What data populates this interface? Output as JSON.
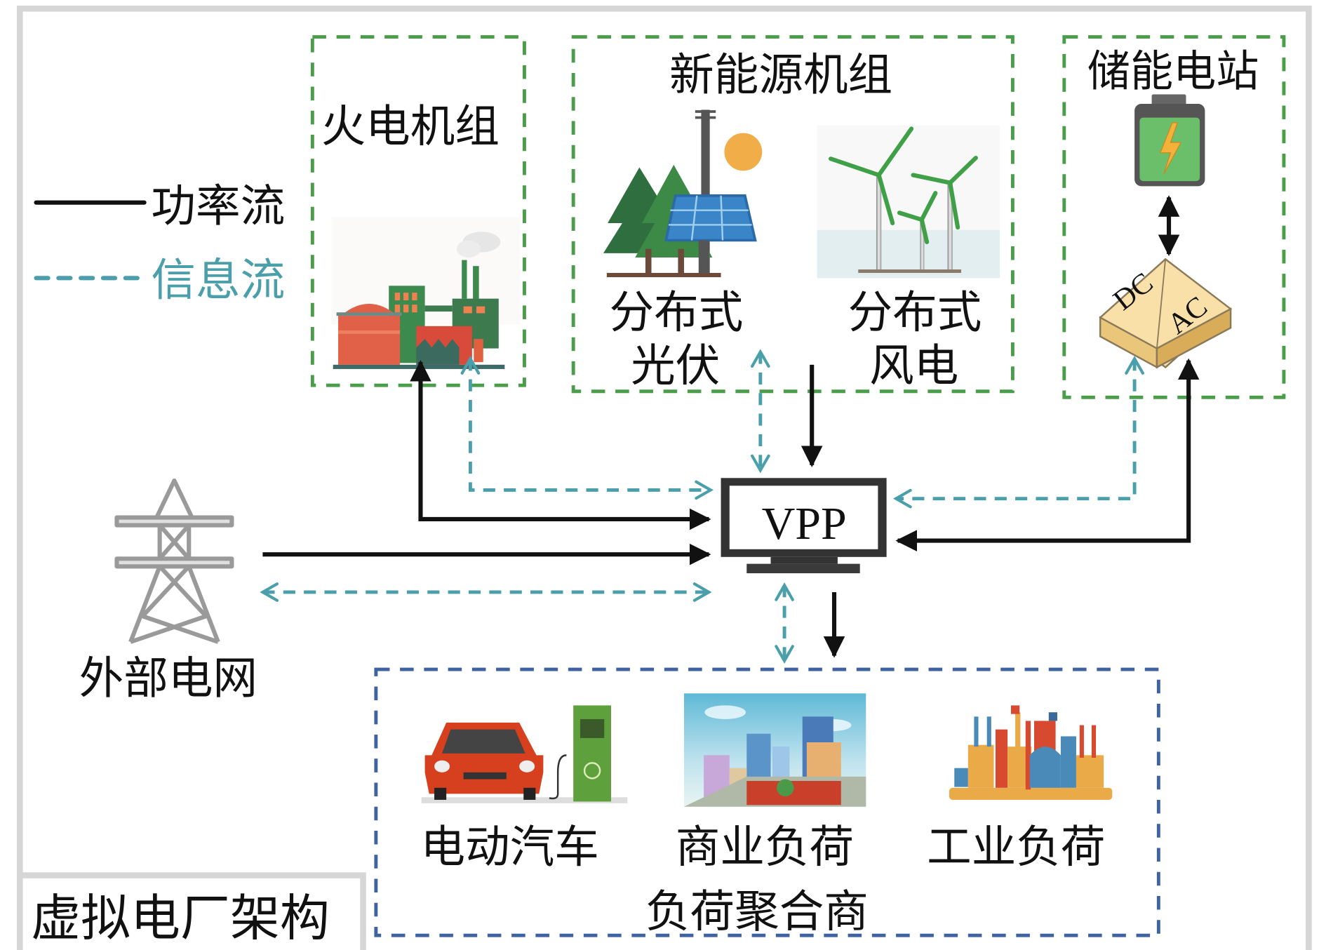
{
  "title": "虚拟电厂架构",
  "legend": {
    "power_flow": "功率流",
    "info_flow": "信息流"
  },
  "colors": {
    "power_flow": "#111111",
    "info_flow": "#4a9fab",
    "generation_group_border": "#4a9e4a",
    "load_group_border": "#3f62a0",
    "frame": "#d6d6d6"
  },
  "center": {
    "label": "VPP",
    "icon": "monitor-icon"
  },
  "groups": {
    "thermal": {
      "title": "火电机组",
      "icon": "thermal-power-plant-icon"
    },
    "renewable": {
      "title": "新能源机组",
      "items": [
        {
          "label_line1": "分布式",
          "label_line2": "光伏",
          "icon": "solar-panel-icon"
        },
        {
          "label_line1": "分布式",
          "label_line2": "风电",
          "icon": "wind-turbine-icon"
        }
      ]
    },
    "storage": {
      "title": "储能电站",
      "icon": "battery-icon",
      "converter": {
        "top": "DC",
        "bottom": "AC",
        "icon": "dc-ac-converter-icon"
      }
    },
    "external_grid": {
      "title": "外部电网",
      "icon": "transmission-tower-icon"
    },
    "load_aggregator": {
      "title": "负荷聚合商",
      "items": [
        {
          "label": "电动汽车",
          "icon": "ev-charging-icon"
        },
        {
          "label": "商业负荷",
          "icon": "commercial-city-icon"
        },
        {
          "label": "工业负荷",
          "icon": "industrial-factory-icon"
        }
      ]
    }
  },
  "connections": [
    {
      "from": "VPP",
      "to": "火电机组",
      "type": "power",
      "direction": "bidirectional"
    },
    {
      "from": "VPP",
      "to": "火电机组",
      "type": "info",
      "direction": "bidirectional"
    },
    {
      "from": "新能源机组",
      "to": "VPP",
      "type": "power",
      "direction": "one-way"
    },
    {
      "from": "VPP",
      "to": "分布式光伏",
      "type": "info",
      "direction": "bidirectional"
    },
    {
      "from": "VPP",
      "to": "储能电站",
      "type": "power",
      "direction": "bidirectional"
    },
    {
      "from": "VPP",
      "to": "储能电站",
      "type": "info",
      "direction": "bidirectional"
    },
    {
      "from": "外部电网",
      "to": "VPP",
      "type": "power",
      "direction": "one-way"
    },
    {
      "from": "VPP",
      "to": "外部电网",
      "type": "info",
      "direction": "bidirectional"
    },
    {
      "from": "VPP",
      "to": "负荷聚合商",
      "type": "power",
      "direction": "one-way"
    },
    {
      "from": "VPP",
      "to": "负荷聚合商",
      "type": "info",
      "direction": "bidirectional"
    },
    {
      "from": "电池",
      "to": "DC/AC",
      "type": "power",
      "direction": "bidirectional"
    }
  ]
}
